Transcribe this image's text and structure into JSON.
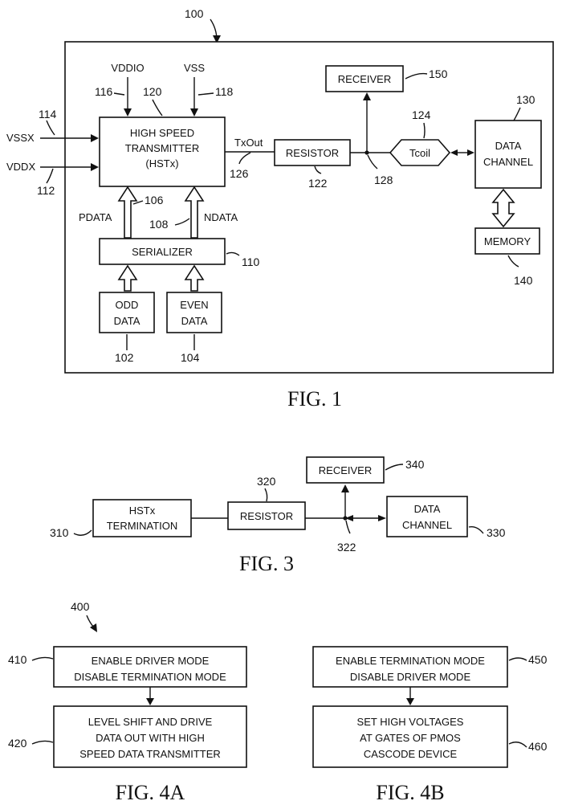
{
  "fig1": {
    "ref_top": "100",
    "receiver": "RECEIVER",
    "receiver_ref": "150",
    "vddio": "VDDIO",
    "vss": "VSS",
    "ref_116": "116",
    "ref_120": "120",
    "ref_118": "118",
    "ref_114": "114",
    "vssx": "VSSX",
    "vddx": "VDDX",
    "ref_112": "112",
    "hstx_l1": "HIGH SPEED",
    "hstx_l2": "TRANSMITTER",
    "hstx_l3": "(HSTx)",
    "txout": "TxOut",
    "ref_126": "126",
    "resistor": "RESISTOR",
    "ref_122": "122",
    "ref_128": "128",
    "ref_124": "124",
    "tcoil": "Tcoil",
    "ref_130": "130",
    "dc_l1": "DATA",
    "dc_l2": "CHANNEL",
    "memory": "MEMORY",
    "ref_140": "140",
    "ref_106": "106",
    "pdata": "PDATA",
    "ref_108": "108",
    "ndata": "NDATA",
    "serializer": "SERIALIZER",
    "ref_110": "110",
    "odd_l1": "ODD",
    "odd_l2": "DATA",
    "ref_102": "102",
    "even_l1": "EVEN",
    "even_l2": "DATA",
    "ref_104": "104",
    "caption": "FIG. 1"
  },
  "fig3": {
    "receiver": "RECEIVER",
    "ref_340": "340",
    "ref_320": "320",
    "hstx_l1": "HSTx",
    "hstx_l2": "TERMINATION",
    "ref_310": "310",
    "resistor": "RESISTOR",
    "dc_l1": "DATA",
    "dc_l2": "CHANNEL",
    "ref_330": "330",
    "ref_322": "322",
    "caption": "FIG. 3"
  },
  "fig4a": {
    "ref_400": "400",
    "ref_410": "410",
    "b410_l1": "ENABLE DRIVER MODE",
    "b410_l2": "DISABLE TERMINATION MODE",
    "ref_420": "420",
    "b420_l1": "LEVEL SHIFT AND DRIVE",
    "b420_l2": "DATA OUT WITH HIGH",
    "b420_l3": "SPEED DATA TRANSMITTER",
    "caption": "FIG. 4A"
  },
  "fig4b": {
    "ref_450": "450",
    "b450_l1": "ENABLE TERMINATION MODE",
    "b450_l2": "DISABLE DRIVER MODE",
    "ref_460": "460",
    "b460_l1": "SET HIGH VOLTAGES",
    "b460_l2": "AT GATES OF PMOS",
    "b460_l3": "CASCODE DEVICE",
    "caption": "FIG. 4B"
  }
}
